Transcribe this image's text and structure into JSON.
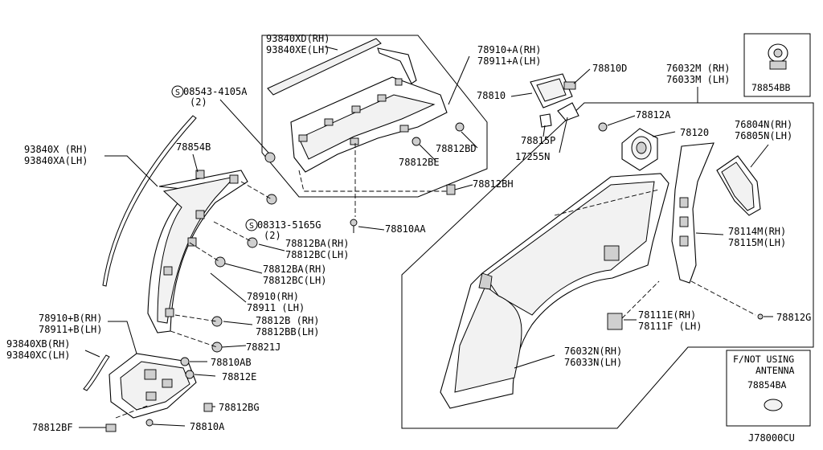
{
  "labels": {
    "l01": "93840XD(RH)",
    "l02": "93840XE(LH)",
    "l03": "78910+A(RH)",
    "l04": "78911+A(LH)",
    "l05": "78810D",
    "l06": "78810",
    "l07": "78815P",
    "l08": "17255N",
    "l09": "78812BD",
    "l10": "78812BE",
    "l11": "78812BH",
    "l12": "78810AA",
    "l13": "76032M (RH)",
    "l14": "76033M (LH)",
    "l15": "78854BB",
    "l16": "78812A",
    "l17": "78120",
    "l18": "76804N(RH)",
    "l19": "76805N(LH)",
    "l20": "78114M(RH)",
    "l21": "78115M(LH)",
    "l22": "78111E(RH)",
    "l23": "78111F (LH)",
    "l24": "78812G",
    "l25": "76032N(RH)",
    "l26": "76033N(LH)",
    "l27": "F/NOT USING",
    "l28": "ANTENNA",
    "l29": "78854BA",
    "l30": "J78000CU",
    "l31": "08543-4105A",
    "l32": "(2)",
    "l33": "93840X (RH)",
    "l34": "93840XA(LH)",
    "l35": "78854B",
    "l36": "08313-5165G",
    "l37": "(2)",
    "l38": "78812BA(RH)",
    "l39": "78812BC(LH)",
    "l40": "78812BA(RH)",
    "l41": "78812BC(LH)",
    "l42": "78910(RH)",
    "l43": "78911 (LH)",
    "l44": "78910+B(RH)",
    "l45": "78911+B(LH)",
    "l46": "78812B (RH)",
    "l47": "78812BB(LH)",
    "l48": "93840XB(RH)",
    "l49": "93840XC(LH)",
    "l50": "78821J",
    "l51": "78810AB",
    "l52": "78812E",
    "l53": "78812BG",
    "l54": "78812BF",
    "l55": "78810A"
  },
  "symbols": {
    "screw_symbol_letter": "S"
  }
}
